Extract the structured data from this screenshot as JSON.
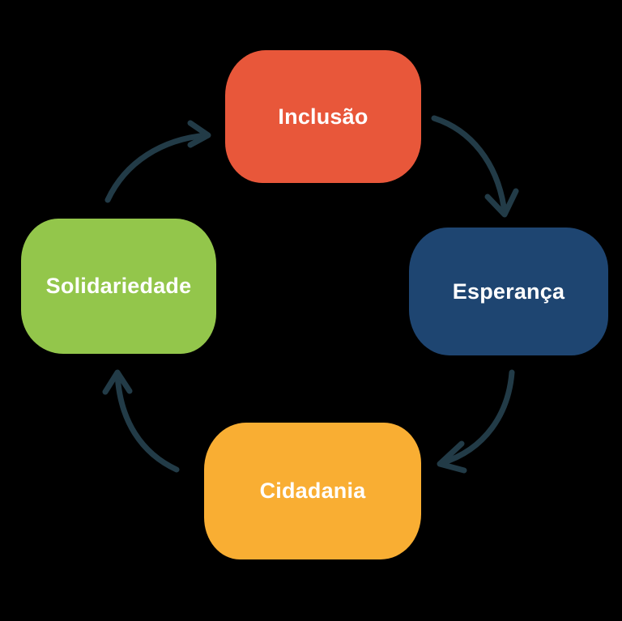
{
  "diagram": {
    "nodes": [
      {
        "id": "inclusao",
        "label": "Inclusão",
        "color": "#E8573A"
      },
      {
        "id": "esperanca",
        "label": "Esperança",
        "color": "#1E4571"
      },
      {
        "id": "cidadania",
        "label": "Cidadania",
        "color": "#F9AE33"
      },
      {
        "id": "solidariedade",
        "label": "Solidariedade",
        "color": "#93C64B"
      }
    ],
    "edges": [
      {
        "from": "inclusao",
        "to": "esperanca"
      },
      {
        "from": "esperanca",
        "to": "cidadania"
      },
      {
        "from": "cidadania",
        "to": "solidariedade"
      },
      {
        "from": "solidariedade",
        "to": "inclusao"
      }
    ],
    "arrow_color": "#223B47",
    "background": "#000000"
  }
}
